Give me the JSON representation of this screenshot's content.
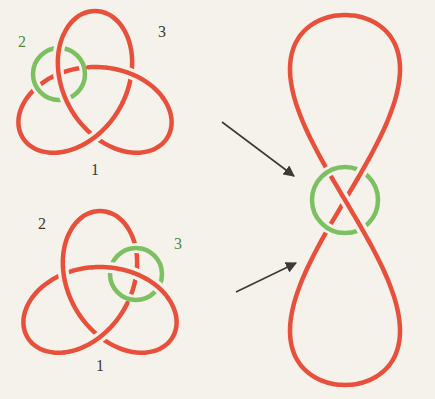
{
  "diagram": {
    "labels": [
      "2",
      "3",
      "1",
      "2",
      "3",
      "1"
    ]
  }
}
